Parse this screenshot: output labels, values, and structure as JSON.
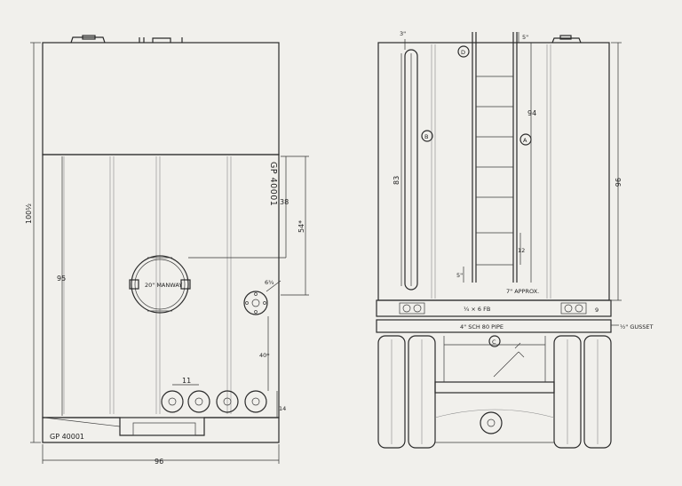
{
  "side_view": {
    "tank_id_vertical": "GP 40001",
    "tank_id_bottom": "GP 40001",
    "manway_label": "20\" MANWAY",
    "dim_overall_height": "100½",
    "dim_shell_height": "95",
    "dim_38": "38",
    "dim_54": "54*",
    "dim_6_3_4": "6¾",
    "dim_40": "40*",
    "dim_11": "11",
    "dim_14": "14",
    "dim_width": "96"
  },
  "rear_view": {
    "dim_3": "3\"",
    "dim_5_top": "5\"",
    "dim_94": "94",
    "dim_83": "83",
    "dim_12": "12",
    "dim_5_bottom": "5\"",
    "dim_96": "96",
    "dim_7_approx": "7\" APPROX.",
    "dim_9": "9",
    "flat_bar_label": "¼ × 6 FB",
    "pipe_label": "4\" SCH 80 PIPE",
    "gusset_label": "½\" GUSSET",
    "callout_a": "A",
    "callout_b": "B",
    "callout_c": "C",
    "callout_d": "D"
  }
}
